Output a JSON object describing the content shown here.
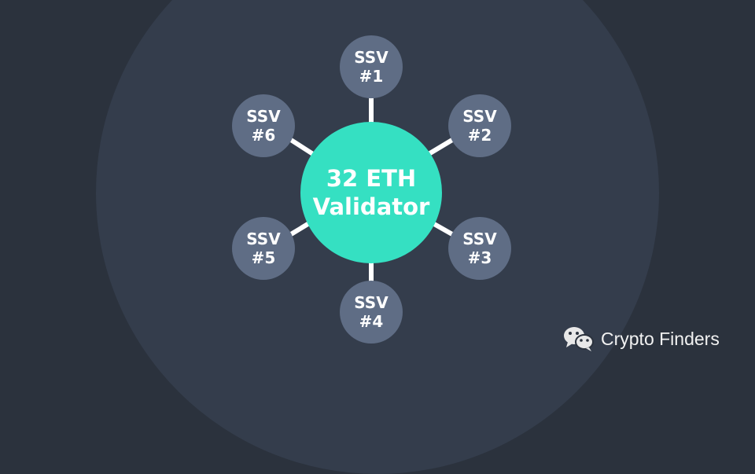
{
  "diagram": {
    "center": {
      "line1": "32 ETH",
      "line2": "Validator",
      "color": "#35e0c2"
    },
    "nodes": [
      {
        "line1": "SSV",
        "line2": "#1"
      },
      {
        "line1": "SSV",
        "line2": "#2"
      },
      {
        "line1": "SSV",
        "line2": "#3"
      },
      {
        "line1": "SSV",
        "line2": "#4"
      },
      {
        "line1": "SSV",
        "line2": "#5"
      },
      {
        "line1": "SSV",
        "line2": "#6"
      }
    ],
    "node_color": "#5f6d85",
    "edge_color": "#ffffff"
  },
  "watermark": {
    "label": "Crypto Finders",
    "icon": "wechat-icon"
  }
}
